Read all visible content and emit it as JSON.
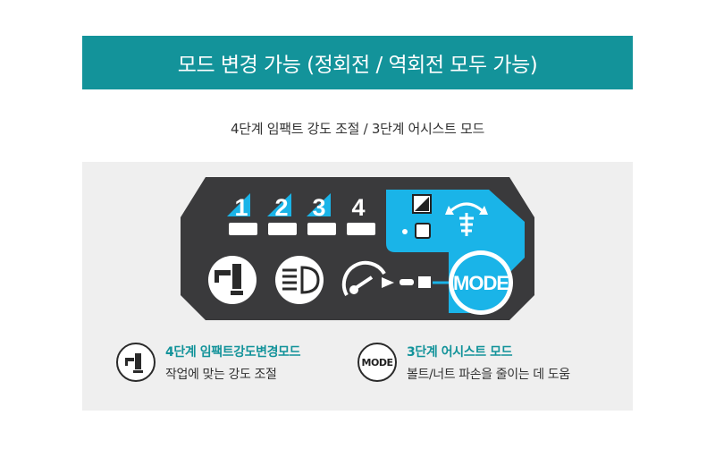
{
  "banner": {
    "title": "모드 변경 가능 (정회전 / 역회전 모두 가능)"
  },
  "subtitle": "4단계 임팩트 강도 조절 / 3단계 어시스트 모드",
  "panel": {
    "levels": [
      "1",
      "2",
      "3",
      "4"
    ],
    "mode_button": "MODE"
  },
  "legend": [
    {
      "icon": "impact-bit-icon",
      "title": "4단계 임팩트강도변경모드",
      "desc": "작업에 맞는 강도 조절"
    },
    {
      "icon": "mode-icon",
      "icon_text": "MODE",
      "title": "3단계 어시스트 모드",
      "desc": "볼트/너트 파손을 줄이는 데 도움"
    }
  ],
  "colors": {
    "accent": "#13939a",
    "panel_dark": "#3a3a3c",
    "cyan": "#1ab4e8"
  }
}
